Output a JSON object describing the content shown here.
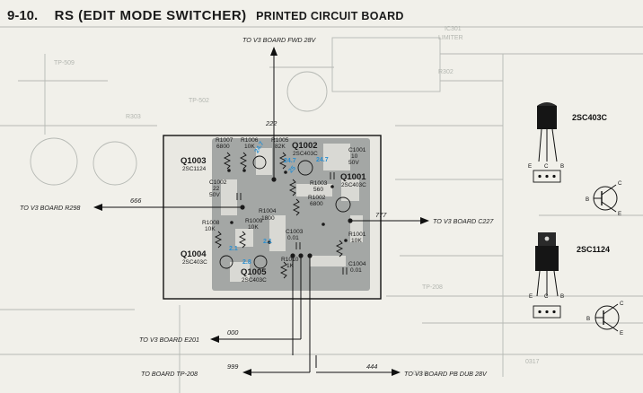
{
  "header": {
    "section_number": "9-10.",
    "title": "RS (EDIT MODE SWITCHER)",
    "subtitle": "PRINTED CIRCUIT BOARD"
  },
  "connections": {
    "top": {
      "label": "TO V3 BOARD FWD 28V",
      "net": "222"
    },
    "left": {
      "label": "TO V3 BOARD R298",
      "net": "666"
    },
    "right": {
      "label": "TO V3 BOARD C227",
      "net": "777"
    },
    "bottom_1": {
      "label": "TO V3 BOARD E201",
      "net": "000"
    },
    "bottom_2": {
      "label": "TO BOARD TP-208",
      "net": "999"
    },
    "bottom_3": {
      "label": "TO V3 BOARD PB DUB 28V",
      "net": "444"
    }
  },
  "transistors": [
    {
      "ref": "Q1003",
      "type": "2SC1124"
    },
    {
      "ref": "Q1002",
      "type": "2SC403C"
    },
    {
      "ref": "Q1001",
      "type": "2SC403C"
    },
    {
      "ref": "Q1004",
      "type": "2SC403C"
    },
    {
      "ref": "Q1005",
      "type": "2SC403C"
    }
  ],
  "resistors": [
    {
      "ref": "R1007",
      "value": "6800"
    },
    {
      "ref": "R1006",
      "value": "10K"
    },
    {
      "ref": "R1005",
      "value": "82K"
    },
    {
      "ref": "R1003",
      "value": "560"
    },
    {
      "ref": "R1002",
      "value": "6800"
    },
    {
      "ref": "R1004",
      "value": "1800"
    },
    {
      "ref": "R1008",
      "value": "10K"
    },
    {
      "ref": "R1009",
      "value": "10K"
    },
    {
      "ref": "R1001",
      "value": "10K"
    },
    {
      "ref": "R1010",
      "value": "1K"
    }
  ],
  "capacitors": [
    {
      "ref": "C1001",
      "value": "10",
      "rating": "50V"
    },
    {
      "ref": "C1002",
      "value": "22",
      "rating": "50V"
    },
    {
      "ref": "C1003",
      "value": "0.01"
    },
    {
      "ref": "C1004",
      "value": "0.01"
    }
  ],
  "voltages": [
    "24.7",
    "24.7",
    "24.7",
    "25",
    "2.1",
    "2.1",
    "2.8"
  ],
  "legend": [
    {
      "part": "2SC403C",
      "pins": [
        "E",
        "C",
        "B"
      ],
      "symbol_pins": [
        "B",
        "C",
        "E"
      ]
    },
    {
      "part": "2SC1124",
      "pins": [
        "E",
        "C",
        "B"
      ],
      "symbol_pins": [
        "B",
        "C",
        "E"
      ]
    }
  ],
  "background_fragments": [
    "IC301",
    "LIMITER",
    "TP-509",
    "TP-502",
    "R303",
    "R302",
    "TP-208",
    "0317",
    "0318"
  ]
}
